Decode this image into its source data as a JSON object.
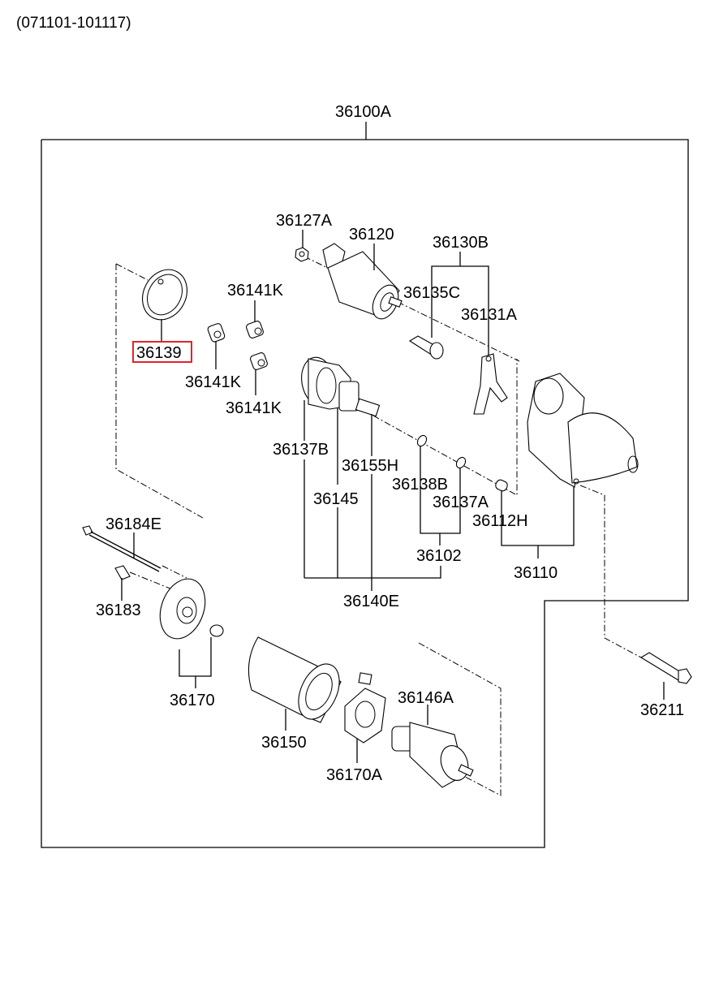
{
  "diagram": {
    "date_range": "(071101-101117)",
    "assembly_label": "36100A",
    "highlighted_part": "36139",
    "highlight_color": "#e0242c",
    "parts": {
      "p36127A": "36127A",
      "p36120": "36120",
      "p36130B": "36130B",
      "p36135C": "36135C",
      "p36131A": "36131A",
      "p36141K_top": "36141K",
      "p36139": "36139",
      "p36141K_left": "36141K",
      "p36141K_bottom": "36141K",
      "p36137B": "36137B",
      "p36155H": "36155H",
      "p36145": "36145",
      "p36138B": "36138B",
      "p36137A": "36137A",
      "p36112H": "36112H",
      "p36102": "36102",
      "p36110": "36110",
      "p36140E": "36140E",
      "p36184E": "36184E",
      "p36183": "36183",
      "p36170": "36170",
      "p36146A": "36146A",
      "p36150": "36150",
      "p36170A": "36170A",
      "p36211": "36211"
    }
  }
}
